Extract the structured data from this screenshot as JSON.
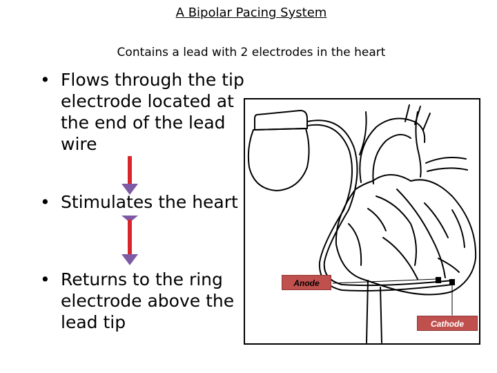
{
  "title": "A Bipolar Pacing System",
  "subtitle": "Contains a lead with 2 electrodes in the heart",
  "bullets": [
    {
      "marker": "•",
      "text": "Flows through the tip electrode located at the end of the lead wire"
    },
    {
      "marker": "•",
      "text": "Stimulates the heart"
    },
    {
      "marker": "•",
      "text": "Returns to the ring electrode above the lead tip"
    }
  ],
  "figure": {
    "anode_label": "Anode",
    "cathode_label": "Cathode",
    "label_color": "#c0504d"
  },
  "arrows": {
    "shaft_color": "#d9262b",
    "head_color": "#7e5aa6",
    "direction": "down"
  }
}
